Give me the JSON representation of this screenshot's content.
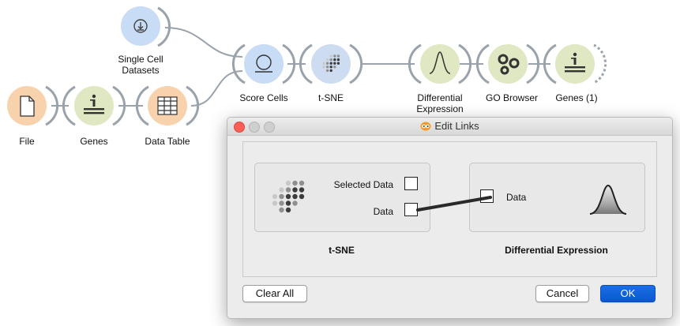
{
  "workflow": {
    "widgets": [
      {
        "id": "single-cell-datasets",
        "label": "Single Cell Datasets",
        "icon": "download-icon",
        "color": "#c8dcf5"
      },
      {
        "id": "file",
        "label": "File",
        "icon": "file-icon",
        "color": "#f8d2ad"
      },
      {
        "id": "genes",
        "label": "Genes",
        "icon": "info-icon",
        "color": "#dfe8c2"
      },
      {
        "id": "data-table",
        "label": "Data Table",
        "icon": "table-icon",
        "color": "#f8d2ad"
      },
      {
        "id": "score-cells",
        "label": "Score Cells",
        "icon": "circle-icon",
        "color": "#c8dcf5"
      },
      {
        "id": "t-sne",
        "label": "t-SNE",
        "icon": "dots-icon",
        "color": "#cddcf0"
      },
      {
        "id": "differential-expression",
        "label": "Differential\nExpression",
        "icon": "bell-curve-icon",
        "color": "#dfe8c2"
      },
      {
        "id": "go-browser",
        "label": "GO Browser",
        "icon": "go-icon",
        "color": "#dfe8c2"
      },
      {
        "id": "genes-1",
        "label": "Genes (1)",
        "icon": "info-icon",
        "color": "#dfe8c2"
      }
    ]
  },
  "dialog": {
    "title": "Edit Links",
    "source": {
      "name": "t-SNE",
      "outputs": [
        "Selected Data",
        "Data"
      ]
    },
    "target": {
      "name": "Differential Expression",
      "inputs": [
        "Data"
      ]
    },
    "clear_all_label": "Clear All",
    "cancel_label": "Cancel",
    "ok_label": "OK"
  },
  "colors": {
    "link": "#9aa3ab",
    "accent": "#0a58cf",
    "close": "#fc5f57",
    "inactive_traffic": "#cfcfcf"
  }
}
